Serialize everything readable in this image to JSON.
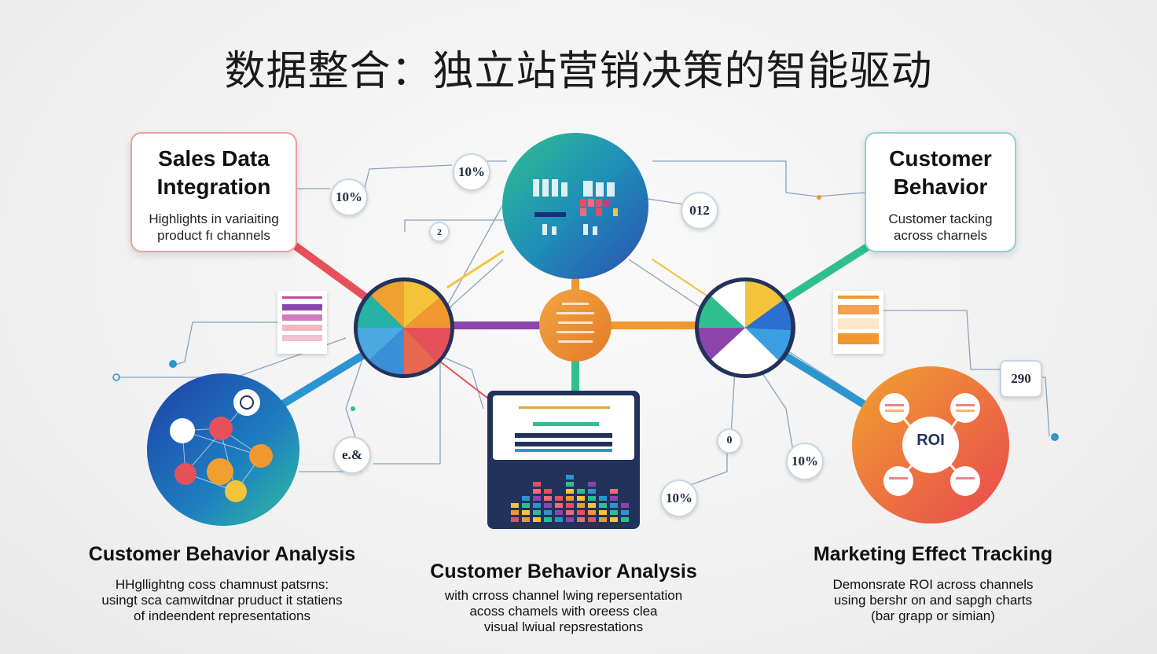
{
  "title": "数据整合：独立站营销决策的智能驱动",
  "colors": {
    "red": "#e6505a",
    "orange": "#f0972f",
    "yellow": "#f3c43a",
    "teal": "#25b3a3",
    "green": "#2fbf8f",
    "purple": "#8e44ad",
    "navy": "#22325a",
    "blue": "#2c6fd1"
  },
  "boxes": {
    "sales": {
      "title_line1": "Sales Data",
      "title_line2": "Integration",
      "desc_line1": "Highlights in variaiting",
      "desc_line2": "product fı channels"
    },
    "customer": {
      "title_line1": "Customer",
      "title_line2": "Behavior",
      "desc_line1": "Customer tacking",
      "desc_line2": "across charnels"
    }
  },
  "badges": {
    "b1": "10%",
    "b2": "10%",
    "b3": "2",
    "b4": "012",
    "b5": "e.&",
    "b6": "0",
    "b7": "10%",
    "b8": "10%",
    "b9": "290"
  },
  "roi_label": "ROI",
  "captions": {
    "left": {
      "title": "Customer Behavior Analysis",
      "line1": "HHgllightng coss chamnust patsrns:",
      "line2": "usingt sca camwitdnar pruduct it statiens",
      "line3": "of indeendent representations"
    },
    "center": {
      "title": "Customer Behavior Analysis",
      "line1": "with crross channel lwing repersentation",
      "line2": "acoss chamels with oreess clea",
      "line3": "visual lwiual repsrestations"
    },
    "right": {
      "title": "Marketing Effect Tracking",
      "line1": "Demonsrate ROI across channels",
      "line2": "using bershr on and sapgh charts",
      "line3": "(bar grapp or simian)"
    }
  }
}
